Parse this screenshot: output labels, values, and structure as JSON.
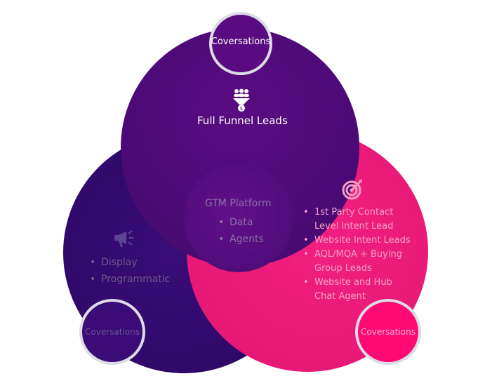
{
  "colors": {
    "top_circle": "#4b0a78",
    "left_circle": "#330a6e",
    "right_circle": "#ef1c7c",
    "center_circle": "#5e0e86",
    "bubble_top": "#5a0b82",
    "bubble_left": "#3b0b78",
    "bubble_right": "#ff0a74",
    "bubble_ring": "#dcdce4",
    "text_white": "#ffffff",
    "text_faded": "#6f5a8e",
    "text_faded_pink": "#f7a1c6"
  },
  "top": {
    "bubble_label": "Coversations",
    "icon": "funnel-people-icon",
    "title": "Full Funnel Leads"
  },
  "center": {
    "title": "GTM Platform",
    "items": [
      "Data",
      "Agents"
    ]
  },
  "left": {
    "icon": "megaphone-icon",
    "items": [
      "Display",
      "Programmatic"
    ],
    "bubble_label": "Coversations"
  },
  "right": {
    "icon": "target-icon",
    "items": [
      "1st Party Contact",
      "Level Intent Lead",
      "Website Intent Leads",
      "AQL/MQA + Buying",
      "Group Leads",
      "Website and Hub",
      "Chat Agent"
    ],
    "bubble_label": "Coversations"
  }
}
